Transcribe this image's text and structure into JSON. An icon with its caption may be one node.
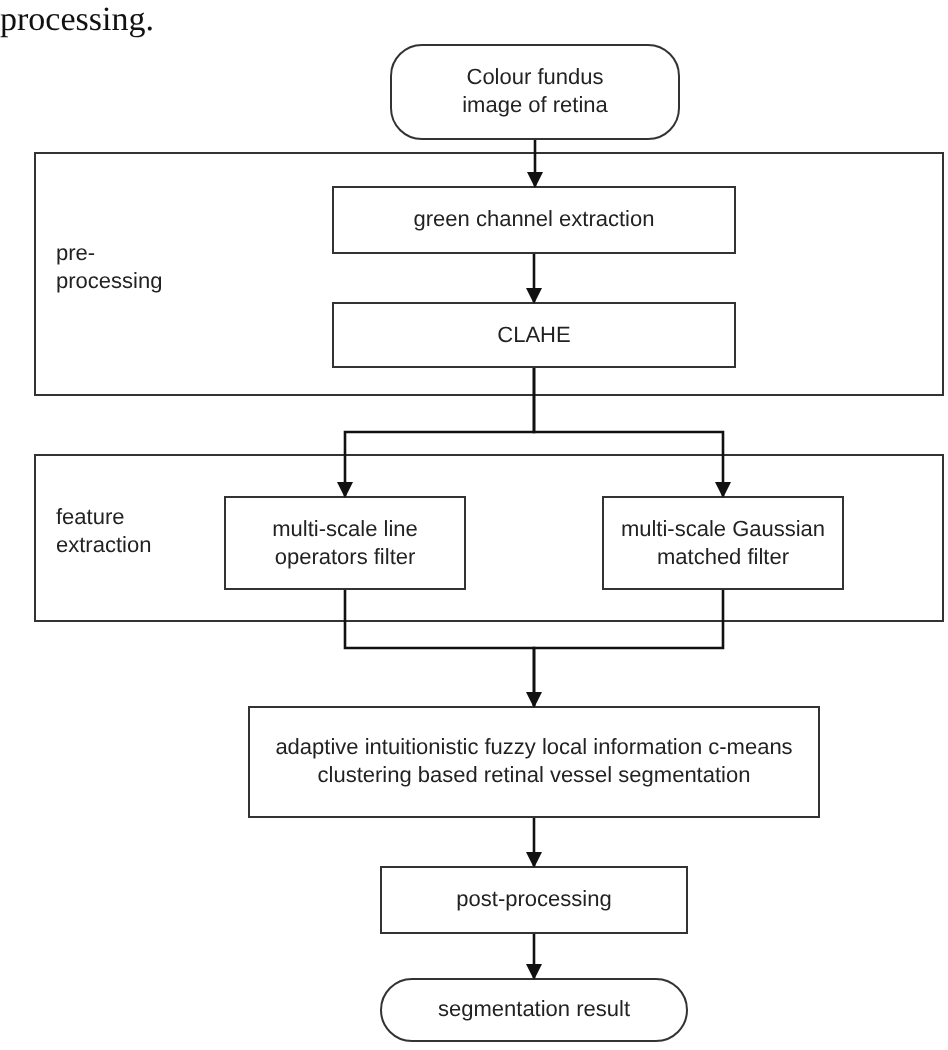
{
  "diagram": {
    "nodes": [
      {
        "text": [
          "Colour fundus image of retina"
        ]
      },
      {
        "text": [
          "pre- processing"
        ]
      },
      {
        "text": [
          "green channel extraction"
        ],
        "in": 1
      },
      {
        "text": [
          "CLAHE"
        ],
        "in": 1
      },
      {
        "text": [
          "feature extraction"
        ]
      },
      {
        "text": [
          "multi-scale line operators filter"
        ],
        "in": 4
      },
      {
        "text": [
          "multi-scale Gaussian matched filter"
        ],
        "in": 4
      },
      {
        "text": [
          "adaptive intuitionistic fuzzy local information c-means clustering based retinal vessel segmentation"
        ]
      },
      {
        "text": [
          "post-processing"
        ]
      },
      {
        "text": [
          "segmentation result"
        ]
      }
    ],
    "edges": [
      {
        "from": 0,
        "to": 2,
        "arrow": "to"
      },
      {
        "from": 2,
        "to": 3,
        "arrow": "to"
      },
      {
        "from": 3,
        "to": 5,
        "arrow": "to"
      },
      {
        "from": 3,
        "to": 6,
        "arrow": "to"
      },
      {
        "from": 5,
        "to": 7,
        "arrow": "none"
      },
      {
        "from": 6,
        "to": 7,
        "arrow": "to"
      },
      {
        "from": 7,
        "to": 8,
        "arrow": "to"
      },
      {
        "from": 8,
        "to": 9,
        "arrow": "to"
      }
    ],
    "labels": [
      "processing."
    ]
  }
}
